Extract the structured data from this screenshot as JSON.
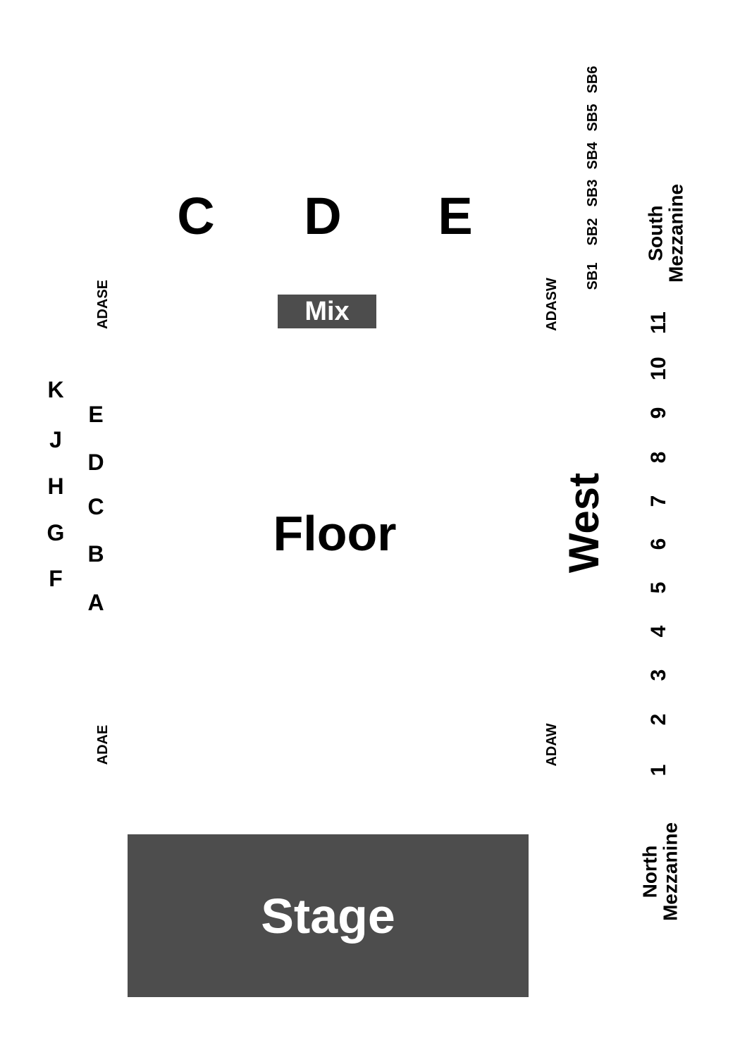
{
  "upper_sections": [
    "C",
    "D",
    "E"
  ],
  "mix": "Mix",
  "floor": "Floor",
  "stage": "Stage",
  "ada": {
    "southeast": "ADASE",
    "east": "ADAE",
    "southwest": "ADASW",
    "west": "ADAW"
  },
  "east_outer_rows": [
    "K",
    "J",
    "H",
    "G",
    "F"
  ],
  "east_inner_rows": [
    "E",
    "D",
    "C",
    "B",
    "A"
  ],
  "west_section": "West",
  "suite_boxes": [
    "SB1",
    "SB2",
    "SB3",
    "SB4",
    "SB5",
    "SB6"
  ],
  "west_numbers": [
    "1",
    "2",
    "3",
    "4",
    "5",
    "6",
    "7",
    "8",
    "9",
    "10",
    "11"
  ],
  "south_mezzanine": {
    "line1": "South",
    "line2": "Mezzanine"
  },
  "north_mezzanine": {
    "line1": "North",
    "line2": "Mezzanine"
  },
  "colors": {
    "block_fill": "#4d4d4d",
    "block_text": "#ffffff",
    "text": "#000000",
    "background": "#ffffff"
  }
}
